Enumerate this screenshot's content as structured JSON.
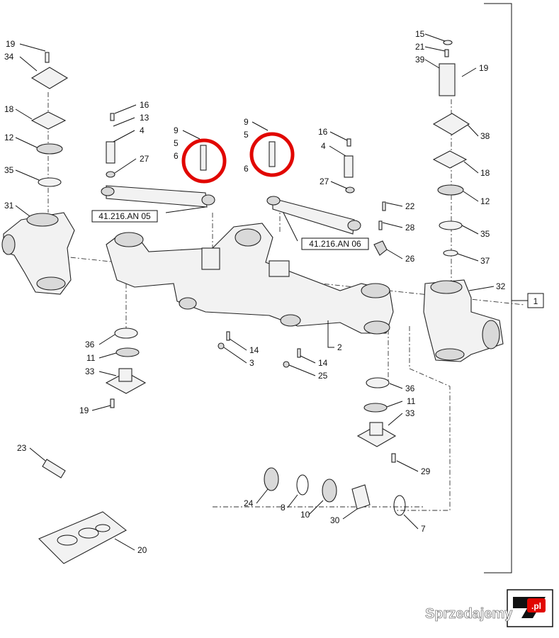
{
  "diagram": {
    "part_numbers": [
      "19",
      "34",
      "18",
      "12",
      "35",
      "31",
      "16",
      "13",
      "4",
      "27",
      "9",
      "5",
      "6",
      "9",
      "5",
      "6",
      "16",
      "4",
      "27",
      "15",
      "21",
      "39",
      "19",
      "38",
      "18",
      "12",
      "35",
      "37",
      "32",
      "22",
      "28",
      "26",
      "14",
      "3",
      "14",
      "25",
      "2",
      "36",
      "11",
      "33",
      "19",
      "36",
      "11",
      "33",
      "29",
      "23",
      "24",
      "8",
      "10",
      "30",
      "7",
      "20"
    ],
    "references": [
      "41.216.AN 05",
      "41.216.AN 06"
    ],
    "assembly_label": "1",
    "watermark": "Sprzedajemy",
    "watermark_suffix": ".pl",
    "highlight_color": "#e10600"
  }
}
